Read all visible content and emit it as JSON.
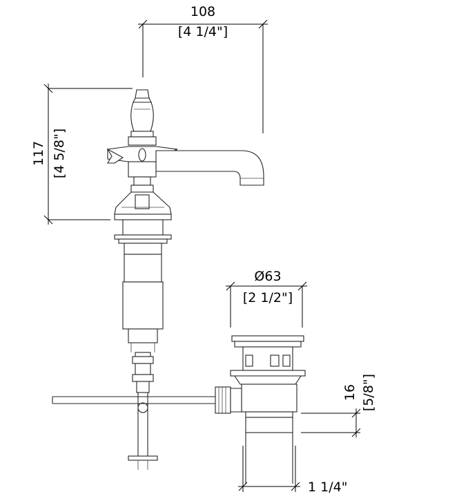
{
  "dimensions": {
    "width_mm": "108",
    "width_in": "[4 1/4\"]",
    "height_mm": "117",
    "height_in": "[4 5/8\"]",
    "diameter_mm": "Ø63",
    "diameter_in": "[2 1/2\"]",
    "flange_mm": "16",
    "flange_in": "[5/8\"]",
    "thread_in": "1 1/4\""
  }
}
